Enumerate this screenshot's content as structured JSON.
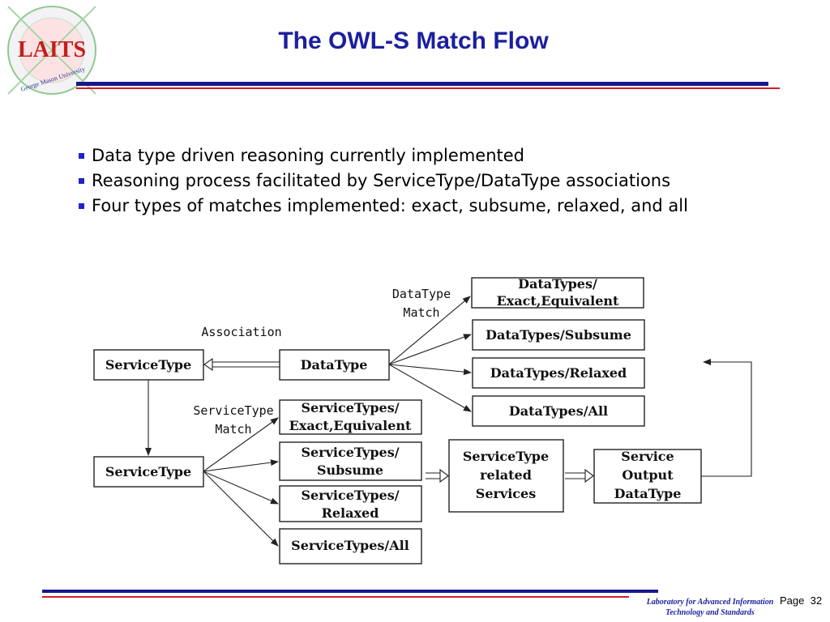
{
  "logo": {
    "text": "LAITS",
    "ring_text": "George Mason University"
  },
  "slide": {
    "title": "The OWL-S Match Flow"
  },
  "bullets": [
    "Data type driven reasoning currently implemented",
    "Reasoning process facilitated by ServiceType/DataType associations",
    "Four types of matches implemented: exact, subsume, relaxed, and all"
  ],
  "diagram": {
    "labels": {
      "association": "Association",
      "datatype_match": [
        "DataType",
        "Match"
      ],
      "servicetype_match": [
        "ServiceType",
        "Match"
      ]
    },
    "boxes": {
      "servicetype_top": [
        "ServiceType"
      ],
      "datatype": [
        "DataType"
      ],
      "servicetype_bottom": [
        "ServiceType"
      ],
      "dt_exact": [
        "DataTypes/",
        "Exact,Equivalent"
      ],
      "dt_subsume": [
        "DataTypes/Subsume"
      ],
      "dt_relaxed": [
        "DataTypes/Relaxed"
      ],
      "dt_all": [
        "DataTypes/All"
      ],
      "st_exact": [
        "ServiceTypes/",
        "Exact,Equivalent"
      ],
      "st_subsume": [
        "ServiceTypes/",
        "Subsume"
      ],
      "st_relaxed": [
        "ServiceTypes/",
        "Relaxed"
      ],
      "st_all": [
        "ServiceTypes/All"
      ],
      "related_services": [
        "ServiceType",
        "related",
        "Services"
      ],
      "service_output": [
        "Service",
        "Output",
        "DataType"
      ]
    }
  },
  "footer": {
    "lab_lines": [
      "Laboratory for Advanced Information",
      "Technology and Standards"
    ],
    "page_label": "Page",
    "page_number": "32"
  },
  "colors": {
    "title": "#1b1f9e",
    "rule_blue": "#18188a",
    "rule_red": "#d11e2e",
    "bullet": "#2222cc"
  }
}
